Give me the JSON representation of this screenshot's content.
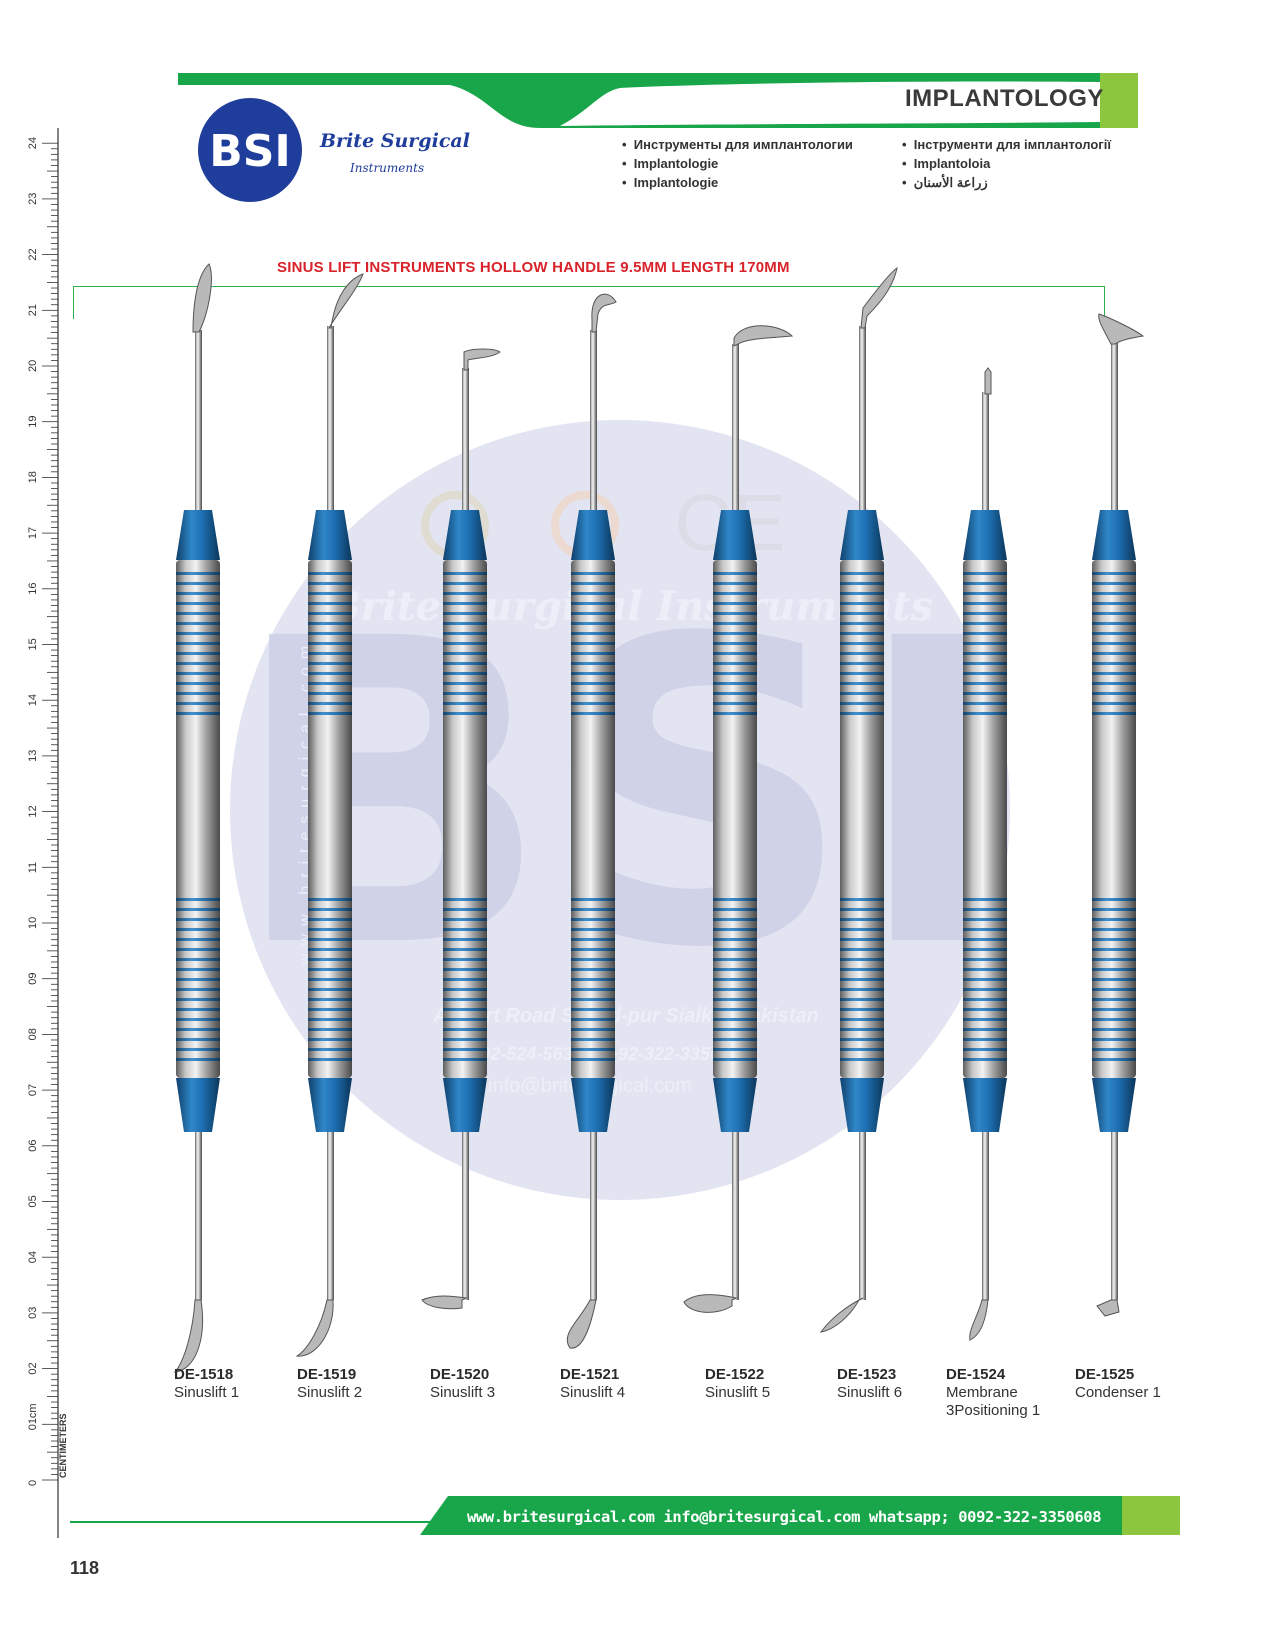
{
  "header": {
    "section_title": "IMPLANTOLOGY",
    "colors": {
      "green": "#19a64a",
      "light_green": "#8cc63f",
      "heading_red": "#d8232a",
      "brand_blue": "#1f3d9a",
      "anodized_blue": "#1d6fb2"
    }
  },
  "logo": {
    "monogram": "BSI",
    "brand_name": "Brite Surgical",
    "brand_sub": "Instruments"
  },
  "translations": {
    "left": [
      "Инструменты для имплантологии",
      "Implantologie",
      "Implantologie"
    ],
    "right": [
      "Інструменти для імплантології",
      "Implantoloia",
      "زراعة الأسنان"
    ]
  },
  "product_heading": "SINUS LIFT INSTRUMENTS HOLLOW HANDLE 9.5MM LENGTH 170MM",
  "ruler": {
    "unit_label": "CENTIMETERS",
    "labels": [
      "0",
      "01cm",
      "02",
      "03",
      "04",
      "05",
      "06",
      "07",
      "08",
      "09",
      "10",
      "11",
      "12",
      "13",
      "14",
      "15",
      "16",
      "17",
      "18",
      "19",
      "20",
      "21",
      "22",
      "23",
      "24"
    ]
  },
  "watermark": {
    "brand": "Brite Surgical  Instruments",
    "url": "www.britesurgical.com",
    "address": "Airport Road Sahad-pur Sialkot Pakistan",
    "phone": "+92-524-563808 +92-322-3350608",
    "email": "info@britesurgical.com",
    "ce_mark": "CE"
  },
  "products": [
    {
      "code": "DE-1518",
      "name": "Sinuslift 1"
    },
    {
      "code": "DE-1519",
      "name": "Sinuslift 2"
    },
    {
      "code": "DE-1520",
      "name": "Sinuslift 3"
    },
    {
      "code": "DE-1521",
      "name": "Sinuslift 4"
    },
    {
      "code": "DE-1522",
      "name": "Sinuslift 5"
    },
    {
      "code": "DE-1523",
      "name": "Sinuslift 6"
    },
    {
      "code": "DE-1524",
      "name": "Membrane",
      "name2": "3Positioning 1"
    },
    {
      "code": "DE-1525",
      "name": "Condenser 1"
    }
  ],
  "footer": {
    "contact": "www.britesurgical.com   info@britesurgical.com   whatsapp; 0092-322-3350608"
  },
  "page_number": "118"
}
